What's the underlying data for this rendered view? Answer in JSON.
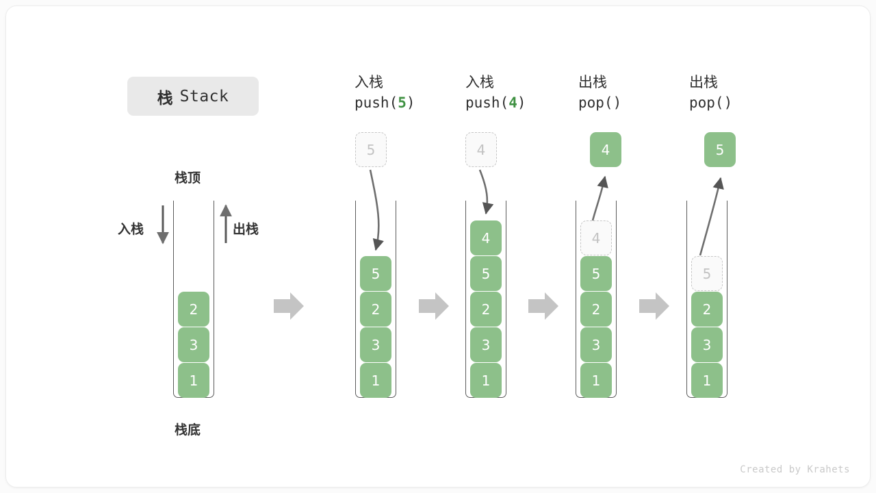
{
  "title": {
    "cn": "栈",
    "en": "Stack"
  },
  "labels": {
    "top": "栈顶",
    "bottom": "栈底",
    "push": "入栈",
    "pop": "出栈"
  },
  "footer": "Created by Krahets",
  "colors": {
    "cell_green": "#8dc08a",
    "accent_green": "#3f9142",
    "ghost_border": "#c6c6c6",
    "ghost_text": "#c2c2c2",
    "arrow_gray": "#6e6e6e",
    "flow_arrow_gray": "#c4c4c4",
    "badge_bg": "#e9e9e9",
    "text_dark": "#2f2f2f"
  },
  "steps": [
    {
      "head_cn": "",
      "head_fn": "",
      "head_arg": "",
      "stack": [
        "2",
        "3",
        "1"
      ],
      "ghost_in_stack": null,
      "float_box": null,
      "float_kind": null
    },
    {
      "head_cn": "入栈",
      "head_fn_pre": "push(",
      "head_arg": "5",
      "head_fn_post": ")",
      "stack": [
        "5",
        "2",
        "3",
        "1"
      ],
      "ghost_in_stack": null,
      "float_box": "5",
      "float_kind": "ghost"
    },
    {
      "head_cn": "入栈",
      "head_fn_pre": "push(",
      "head_arg": "4",
      "head_fn_post": ")",
      "stack": [
        "4",
        "5",
        "2",
        "3",
        "1"
      ],
      "ghost_in_stack": null,
      "float_box": "4",
      "float_kind": "ghost"
    },
    {
      "head_cn": "出栈",
      "head_fn_pre": "pop(",
      "head_arg": "",
      "head_fn_post": ")",
      "stack": [
        "5",
        "2",
        "3",
        "1"
      ],
      "ghost_in_stack": "4",
      "float_box": "4",
      "float_kind": "solid"
    },
    {
      "head_cn": "出栈",
      "head_fn_pre": "pop(",
      "head_arg": "",
      "head_fn_post": ")",
      "stack": [
        "2",
        "3",
        "1"
      ],
      "ghost_in_stack": "5",
      "float_box": "5",
      "float_kind": "solid"
    }
  ]
}
